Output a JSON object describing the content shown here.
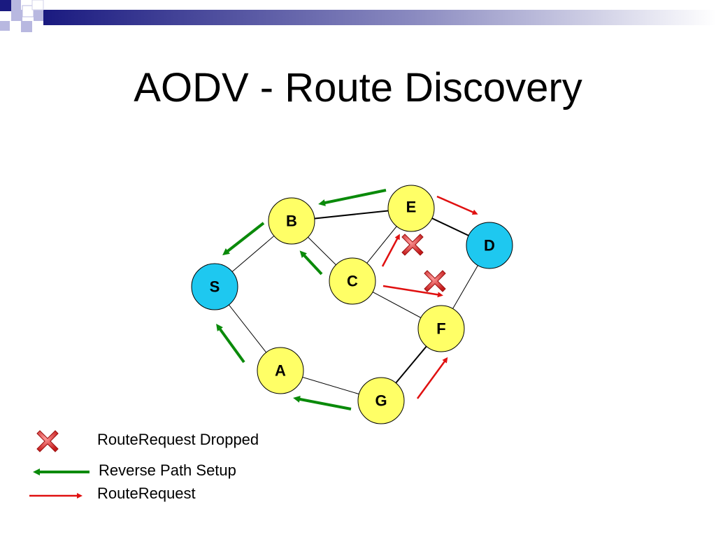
{
  "title": "AODV - Route Discovery",
  "nodes": {
    "S": {
      "label": "S",
      "fill": "#1ec8f0"
    },
    "A": {
      "label": "A",
      "fill": "#ffff66"
    },
    "B": {
      "label": "B",
      "fill": "#ffff66"
    },
    "C": {
      "label": "C",
      "fill": "#ffff66"
    },
    "D": {
      "label": "D",
      "fill": "#1ec8f0"
    },
    "E": {
      "label": "E",
      "fill": "#ffff66"
    },
    "F": {
      "label": "F",
      "fill": "#ffff66"
    },
    "G": {
      "label": "G",
      "fill": "#ffff66"
    }
  },
  "links": [
    [
      "S",
      "B"
    ],
    [
      "S",
      "A"
    ],
    [
      "B",
      "E"
    ],
    [
      "B",
      "C"
    ],
    [
      "C",
      "E"
    ],
    [
      "C",
      "F"
    ],
    [
      "E",
      "D"
    ],
    [
      "D",
      "F"
    ],
    [
      "A",
      "G"
    ],
    [
      "G",
      "F"
    ]
  ],
  "legend": {
    "dropped": "RouteRequest Dropped",
    "reverse": "Reverse Path Setup",
    "request": "RouteRequest"
  },
  "colors": {
    "reverse_path": "#0a8a0a",
    "route_request": "#e01010",
    "dropped_x": "#d42020",
    "link": "#000000",
    "title_deco": "#1a1a80"
  }
}
